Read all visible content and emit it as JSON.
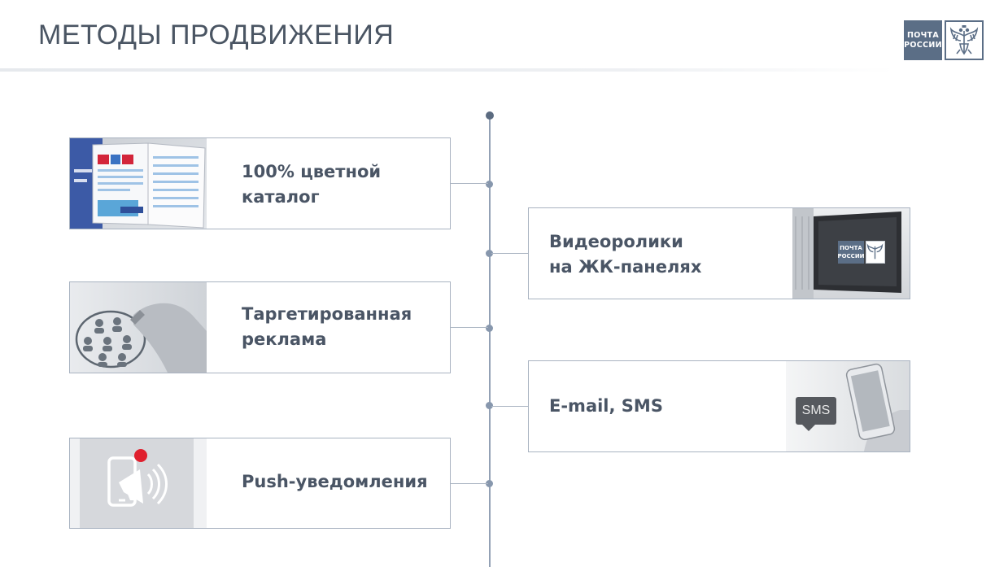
{
  "slide": {
    "title": "МЕТОДЫ ПРОДВИЖЕНИЯ"
  },
  "logo": {
    "line1": "ПОЧТА",
    "line2": "РОССИИ",
    "emblem_icon": "double-headed-eagle-icon"
  },
  "cards": {
    "catalog": {
      "label": "100% цветной\nкаталог",
      "image_icon": "catalog-magazine-image"
    },
    "targeted": {
      "label": "Таргетированная\nреклама",
      "image_icon": "audience-targeting-image"
    },
    "push": {
      "label": "Push-уведомления",
      "image_icon": "phone-megaphone-icon"
    },
    "video": {
      "label": "Видеоролики\nна ЖК-панелях",
      "image_icon": "lcd-panel-image",
      "screen_line1": "ПОЧТА",
      "screen_line2": "РОССИИ"
    },
    "sms": {
      "label": "E-mail, SMS",
      "image_icon": "smartphone-sms-image",
      "bubble_text": "SMS"
    }
  },
  "colors": {
    "title": "#4a5563",
    "brand": "#5b6e86",
    "timeline": "#93a1b5",
    "notification_red": "#e0202e"
  }
}
